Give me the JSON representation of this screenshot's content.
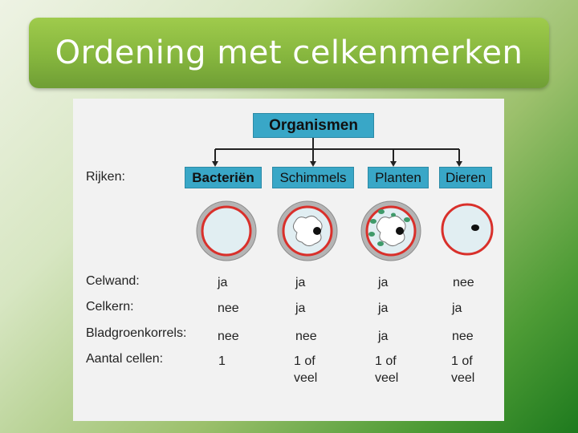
{
  "slide": {
    "title": "Ordening met celkenmerken"
  },
  "diagram": {
    "root": "Organismen",
    "rows_label": "Rijken:",
    "kingdoms": [
      {
        "name": "Bacteriën",
        "cell_wall": "ja",
        "nucleus": "nee",
        "chloroplasts": "nee",
        "cell_count": "1"
      },
      {
        "name": "Schimmels",
        "cell_wall": "ja",
        "nucleus": "ja",
        "chloroplasts": "nee",
        "cell_count": "1 of\nveel"
      },
      {
        "name": "Planten",
        "cell_wall": "ja",
        "nucleus": "ja",
        "chloroplasts": "ja",
        "cell_count": "1 of\nveel"
      },
      {
        "name": "Dieren",
        "cell_wall": "nee",
        "nucleus": "ja",
        "chloroplasts": "nee",
        "cell_count": "1 of\nveel"
      }
    ],
    "row_labels": {
      "cell_wall": "Celwand:",
      "nucleus": "Celkern:",
      "chloroplasts": "Bladgroenkorrels:",
      "cell_count": "Aantal cellen:"
    }
  },
  "colors": {
    "box_fill": "#39a7c7",
    "cell_membrane": "#d9302b",
    "cell_wall": "#a8a8a8",
    "cytoplasm": "#e1eef2",
    "chloroplast": "#3f9a6a",
    "nucleus": "#111111"
  }
}
